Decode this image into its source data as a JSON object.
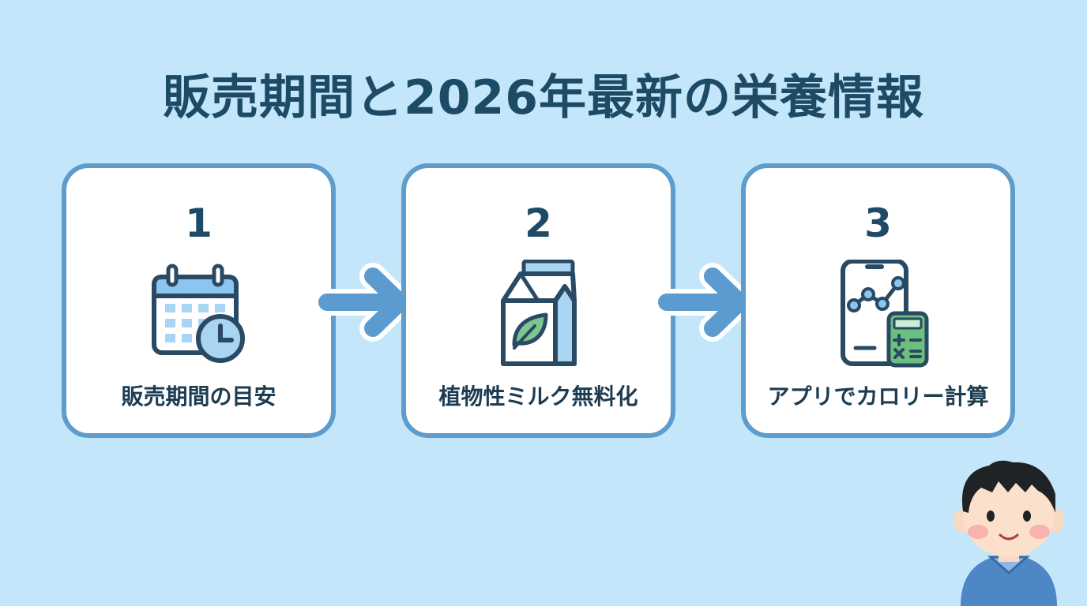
{
  "title": "販売期間と2026年最新の栄養情報",
  "steps": [
    {
      "number": "1",
      "label": "販売期間の目安",
      "icon": "calendar-clock-icon"
    },
    {
      "number": "2",
      "label": "植物性ミルク無料化",
      "icon": "milk-carton-leaf-icon"
    },
    {
      "number": "3",
      "label": "アプリでカロリー計算",
      "icon": "phone-calculator-icon"
    }
  ],
  "colors": {
    "background": "#c4e6fa",
    "card_border": "#5d9ccb",
    "text_dark": "#1d4b66",
    "arrow": "#5b9bd0",
    "calculator": "#6cbf7e"
  }
}
